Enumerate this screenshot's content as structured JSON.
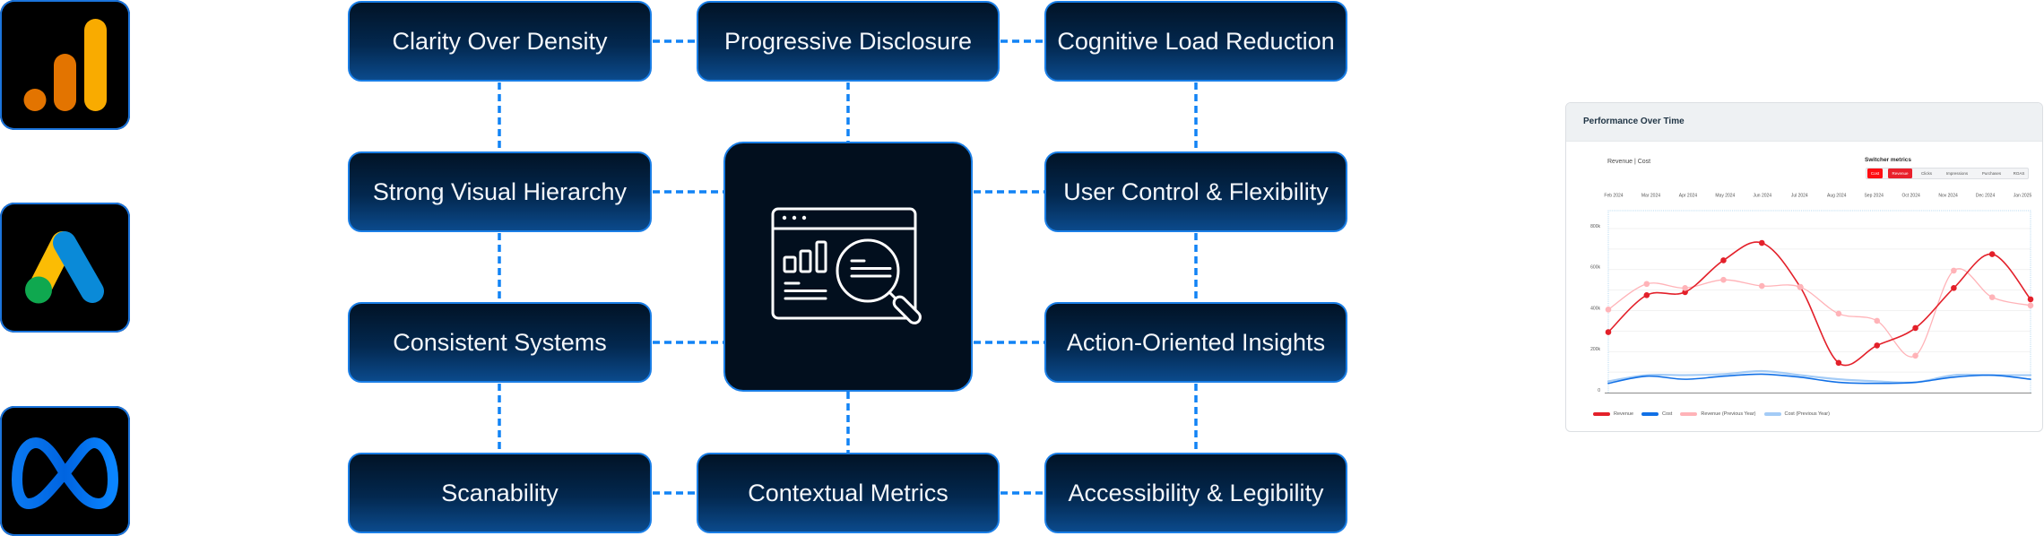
{
  "logos": [
    {
      "icon": "google-analytics-icon",
      "colors": {
        "small": "#e37400",
        "medium": "#e37400",
        "tall": "#f9ab00"
      }
    },
    {
      "icon": "google-ads-icon",
      "colors": {
        "blue": "#0a8ad8",
        "yellow": "#fbbc04",
        "green": "#0fa84f"
      }
    },
    {
      "icon": "meta-icon",
      "colors": {
        "start": "#0064e0",
        "end": "#0a85ff"
      }
    }
  ],
  "diagram": {
    "hub_icon": "analytics-dashboard-magnifier-icon",
    "principles": [
      {
        "label": "Clarity Over Density"
      },
      {
        "label": "Progressive Disclosure"
      },
      {
        "label": "Cognitive Load Reduction"
      },
      {
        "label": "Strong Visual Hierarchy"
      },
      {
        "label": "User Control & Flexibility"
      },
      {
        "label": "Consistent Systems"
      },
      {
        "label": "Action-Oriented Insights"
      },
      {
        "label": "Scanability"
      },
      {
        "label": "Contextual Metrics"
      },
      {
        "label": "Accessibility & Legibility"
      }
    ],
    "colors": {
      "accent": "#1a7ee6",
      "connector": "#1183f5",
      "box_top": "#011326",
      "box_bottom": "#0b4a8c",
      "hub_bg": "#020f1e"
    }
  },
  "chart_panel": {
    "title": "Performance Over Time",
    "subtitle": "Revenue | Cost",
    "switcher": {
      "label": "Switcher metrics",
      "options": [
        {
          "label": "Cost",
          "active": true,
          "color": "#ff0d12"
        },
        {
          "label": "Revenue",
          "active": true,
          "color": "#e9202b"
        },
        {
          "label": "Clicks",
          "active": false
        },
        {
          "label": "Impressions",
          "active": false
        },
        {
          "label": "Purchases",
          "active": false
        },
        {
          "label": "ROAS",
          "active": false
        }
      ]
    }
  },
  "chart_data": {
    "type": "line",
    "title": "Performance Over Time",
    "subtitle": "Revenue | Cost",
    "xlabel": "",
    "ylabel": "",
    "x": [
      "Feb 2024",
      "Mar 2024",
      "Apr 2024",
      "May 2024",
      "Jun 2024",
      "Jul 2024",
      "Aug 2024",
      "Sep 2024",
      "Oct 2024",
      "Nov 2024",
      "Dec 2024",
      "Jan 2025"
    ],
    "x_labels_position": "top",
    "ylim": [
      0,
      800000
    ],
    "yticks": [
      0,
      200000,
      400000,
      600000,
      800000
    ],
    "ytick_labels": [
      "0",
      "200k",
      "400k",
      "600k",
      "800k"
    ],
    "grid": true,
    "grid_step": 100000,
    "legend_position": "bottom-left",
    "series": [
      {
        "name": "Revenue",
        "color": "#e3202a",
        "markers": true,
        "values": [
          295000,
          475000,
          490000,
          645000,
          730000,
          515000,
          145000,
          230000,
          315000,
          510000,
          675000,
          455000
        ]
      },
      {
        "name": "Cost",
        "color": "#1170e6",
        "markers": false,
        "values": [
          45000,
          80000,
          65000,
          80000,
          90000,
          75000,
          50000,
          45000,
          50000,
          75000,
          85000,
          65000
        ]
      },
      {
        "name": "Revenue (Previous Year)",
        "color": "#ffb3b8",
        "markers": true,
        "values": [
          405000,
          530000,
          510000,
          550000,
          520000,
          515000,
          385000,
          350000,
          180000,
          595000,
          465000,
          425000
        ]
      },
      {
        "name": "Cost (Previous Year)",
        "color": "#a3cbf6",
        "markers": false,
        "values": [
          55000,
          85000,
          85000,
          90000,
          105000,
          85000,
          65000,
          55000,
          50000,
          85000,
          85000,
          85000
        ]
      }
    ]
  }
}
